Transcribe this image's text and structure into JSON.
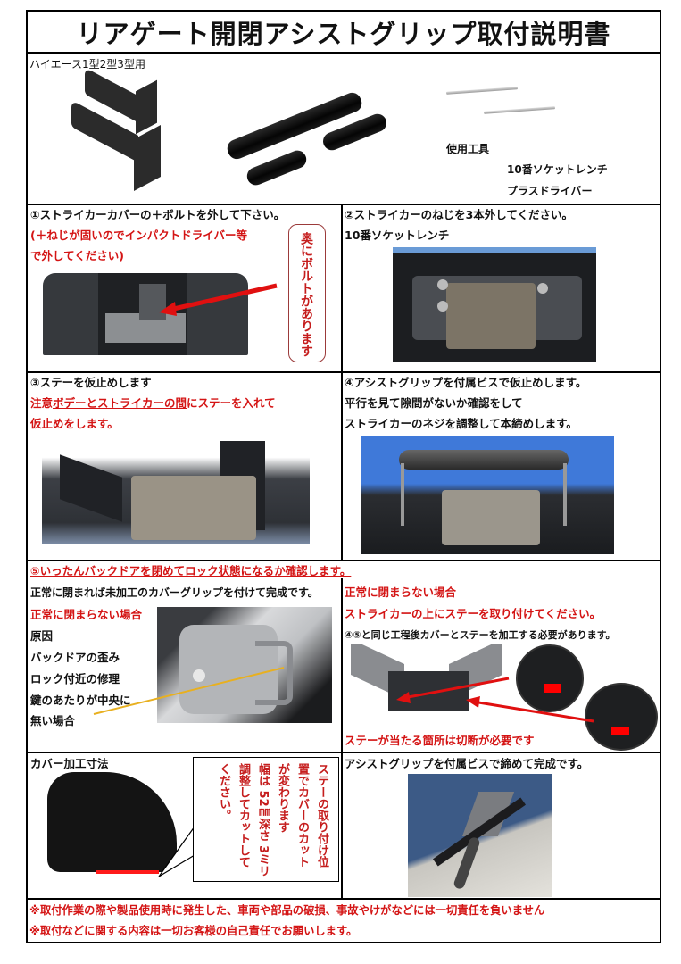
{
  "document": {
    "title": "リアゲート開閉アシストグリップ取付説明書",
    "model_label": "ハイエース1型2型3型用",
    "tools": {
      "heading": "使用工具",
      "items": [
        "10番ソケットレンチ",
        "プラスドライバー"
      ]
    }
  },
  "steps": {
    "step1": {
      "title": "①ストライカーカバーの＋ボルトを外して下さい。",
      "note_line1": "(＋ねじが固いのでインパクトドライバー等",
      "note_line2": "で外してください)",
      "callout": "奥にボルトがあります"
    },
    "step2": {
      "title": "②ストライカーのねじを3本外してください。",
      "tool": "10番ソケットレンチ"
    },
    "step3": {
      "title": "③ステーを仮止めします",
      "warn_prefix": "注意",
      "warn_underlined": "ボデーとストライカーの間",
      "warn_suffix": "にステーを入れて",
      "warn_line2": "仮止めをします。"
    },
    "step4": {
      "line1": "④アシストグリップを付属ビスで仮止めします。",
      "line2": "平行を見て隙間がないか確認をして",
      "line3": "ストライカーのネジを調整して本締めします。"
    },
    "step5": {
      "header": "⑤いったんバックドアを閉めてロック状態になるか確認します。",
      "left": {
        "line1": "正常に閉まれば未加工のカバーグリップを付けて完成です。",
        "heading": "正常に閉まらない場合",
        "cause_label": "原因",
        "causes": [
          "バックドアの歪み",
          "ロック付近の修理",
          "鍵のあたりが中央に",
          "無い場合"
        ]
      },
      "right": {
        "heading": "正常に閉まらない場合",
        "instruction_underlined": "ストライカーの上に",
        "instruction_suffix": "ステーを取り付けてください。",
        "note": "④⑤と同じ工程後カバーとステーを加工する必要があります。",
        "cut_label": "ステーが当たる箇所は切断が必要です"
      }
    },
    "cover_dims": {
      "title": "カバー加工寸法",
      "callout_lines": [
        "ステーの取り付け位",
        "置でカバーのカット",
        "が変わります",
        "幅は 52㎜深さ 3ミリ",
        "調整してカットして",
        "ください。"
      ]
    },
    "final": {
      "title": "アシストグリップを付属ビスで締めて完成です。"
    }
  },
  "disclaimer": {
    "line1": "※取付作業の際や製品使用時に発生した、車両や部品の破損、事故やけがなどには一切責任を負いません",
    "line2": "※取付などに関する内容は一切お客様の自己責任でお願いします。"
  },
  "colors": {
    "warning_red": "#d41414",
    "border": "#000000",
    "callout_border": "#9b3a3a",
    "arrow_red": "#e01010",
    "arrow_yellow": "#e8b020"
  }
}
